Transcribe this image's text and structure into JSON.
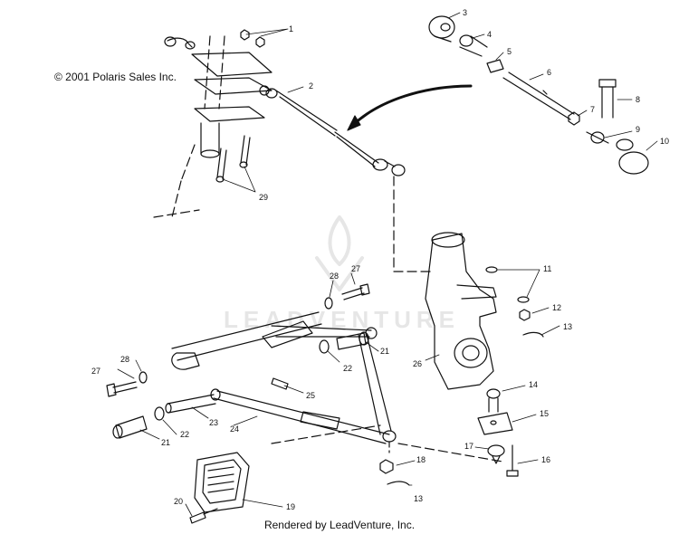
{
  "copyright": "© 2001 Polaris Sales Inc.",
  "footer": "Rendered by LeadVenture, Inc.",
  "watermark": "LEADVENTURE",
  "callouts": {
    "c1": "1",
    "c2": "2",
    "c3": "3",
    "c4": "4",
    "c5": "5",
    "c6": "6",
    "c7": "7",
    "c8": "8",
    "c9": "9",
    "c10": "10",
    "c11": "11",
    "c12": "12",
    "c13a": "13",
    "c13b": "13",
    "c14": "14",
    "c15": "15",
    "c16": "16",
    "c17": "17",
    "c18": "18",
    "c19": "19",
    "c20": "20",
    "c21a": "21",
    "c21b": "21",
    "c22a": "22",
    "c22b": "22",
    "c23": "23",
    "c24": "24",
    "c25": "25",
    "c26": "26",
    "c27a": "27",
    "c27b": "27",
    "c28a": "28",
    "c28b": "28",
    "c29": "29"
  }
}
